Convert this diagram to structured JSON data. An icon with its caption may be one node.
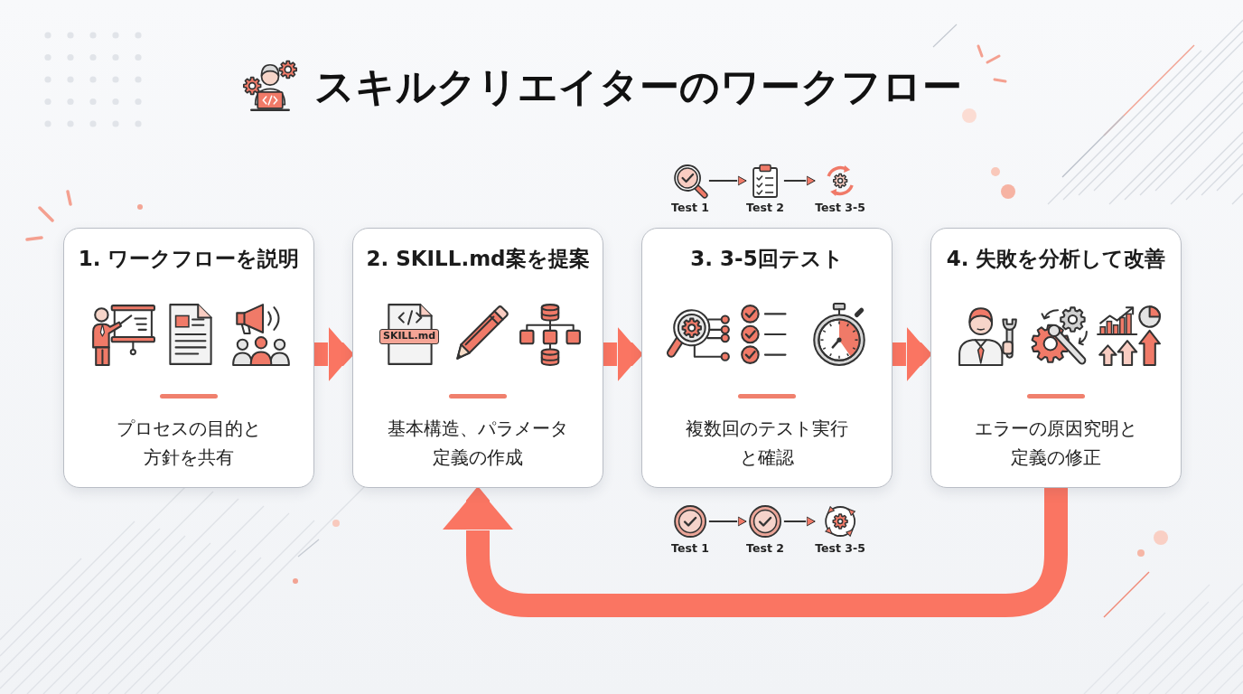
{
  "diagram": {
    "title": "スキルクリエイターのワークフロー",
    "nodes": [
      {
        "text": [
          "Test 1"
        ]
      },
      {
        "text": [
          "Test 2"
        ]
      },
      {
        "text": [
          "Test 3-5"
        ]
      },
      {
        "text": [
          "1. ワークフローを説明",
          "プロセスの目的と方針を共有"
        ]
      },
      {
        "text": [
          "2. SKILL.md案を提案",
          "基本構造、パラメータ定義の作成"
        ]
      },
      {
        "text": [
          "3. 3-5回テスト",
          "複数回のテスト実行と確認"
        ]
      },
      {
        "text": [
          "4. 失敗を分析して改善",
          "エラーの原因究明と定義の修正"
        ]
      },
      {
        "text": [
          "Test 1"
        ]
      },
      {
        "text": [
          "Test 2"
        ]
      },
      {
        "text": [
          "Test 3-5"
        ]
      }
    ],
    "edges": [
      {
        "from": 0,
        "to": 1,
        "arrow": "to"
      },
      {
        "from": 1,
        "to": 2,
        "arrow": "to"
      },
      {
        "from": 3,
        "to": 4,
        "arrow": "to",
        "style": "thick",
        "color": "#fa7562"
      },
      {
        "from": 4,
        "to": 5,
        "arrow": "to",
        "style": "thick",
        "color": "#fa7562"
      },
      {
        "from": 5,
        "to": 6,
        "arrow": "to",
        "style": "thick",
        "color": "#fa7562"
      },
      {
        "from": 6,
        "to": 4,
        "arrow": "to",
        "style": "thick",
        "color": "#fa7562"
      },
      {
        "from": 7,
        "to": 8,
        "arrow": "to"
      },
      {
        "from": 8,
        "to": 9,
        "arrow": "to"
      }
    ],
    "labels": [
      "SKILL.md"
    ]
  }
}
